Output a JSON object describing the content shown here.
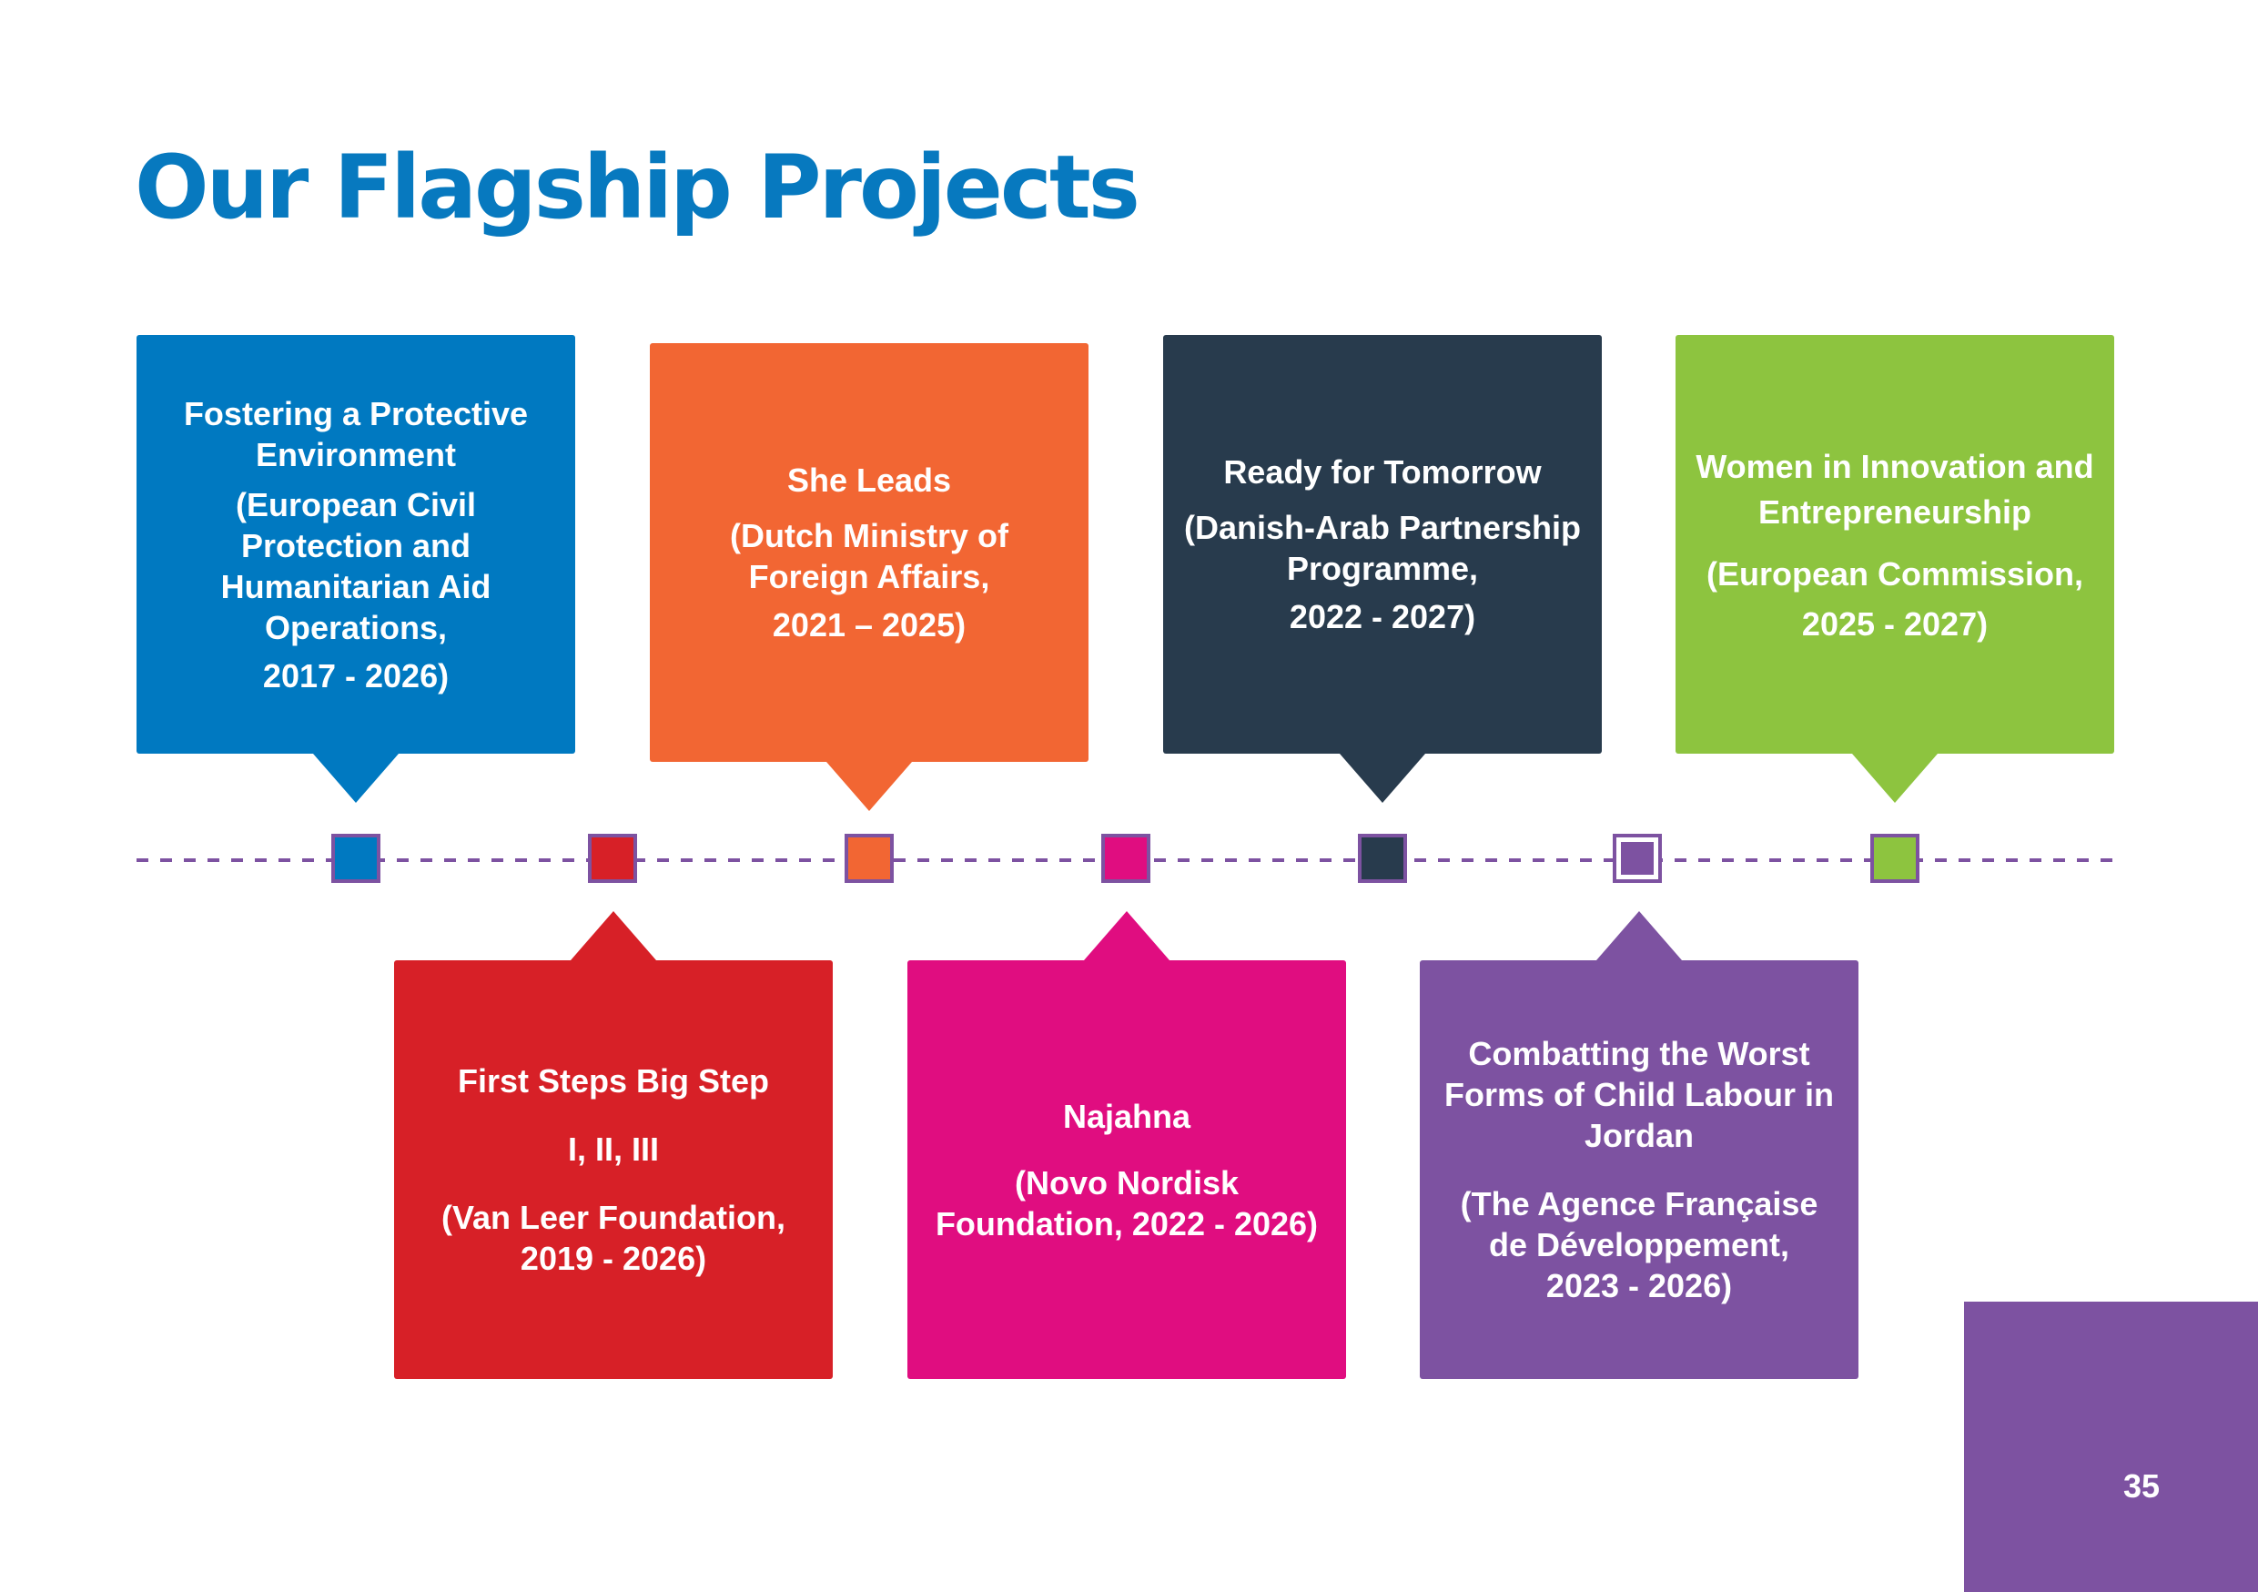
{
  "page": {
    "title": "Our Flagship Projects",
    "page_number": "35",
    "title_color": "#0779bf",
    "timeline_color": "#7d52a1"
  },
  "projects": [
    {
      "position": "top",
      "color": "#0079c1",
      "title": "Fostering a Protective Environment",
      "details": "(European Civil Protection and Humanitarian Aid Operations,",
      "years": "2017 - 2026)"
    },
    {
      "position": "bottom",
      "color": "#d72027",
      "title": "First Steps Big Step",
      "subtitle": "I, II, III",
      "details": "(Van Leer Foundation,",
      "years": "2019 - 2026)"
    },
    {
      "position": "top",
      "color": "#f26633",
      "title": "She Leads",
      "details": "(Dutch Ministry of Foreign Affairs,",
      "years": "2021 – 2025)"
    },
    {
      "position": "bottom",
      "color": "#e00d80",
      "title": "Najahna",
      "details": "(Novo Nordisk",
      "years": "Foundation, 2022 - 2026)"
    },
    {
      "position": "top",
      "color": "#283b4d",
      "title": "Ready for Tomorrow",
      "details": "(Danish-Arab Partnership Programme,",
      "years": "2022 - 2027)"
    },
    {
      "position": "bottom",
      "color": "#7d52a1",
      "title": "Combatting the Worst Forms of Child Labour in Jordan",
      "details": "(The Agence Française de Développement,",
      "years": "2023 - 2026)"
    },
    {
      "position": "top",
      "color": "#8dc43f",
      "title": "Women in Innovation and Entrepreneurship",
      "details": "(European Commission,",
      "years": "2025 - 2027)"
    }
  ]
}
